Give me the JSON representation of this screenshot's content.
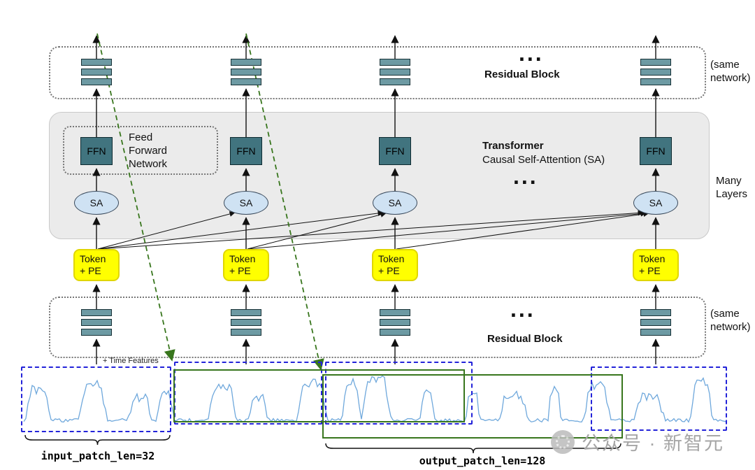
{
  "top_block": {
    "label": "Residual Block",
    "note": "(same network)",
    "ellipsis": "..."
  },
  "transformer": {
    "title": "Transformer",
    "subtitle": "Causal Self-Attention (SA)",
    "ffn_label": "FFN",
    "sa_label": "SA",
    "ffn_note": "Feed Forward Network",
    "many_layers": "Many Layers",
    "ellipsis": "..."
  },
  "token_box": {
    "line1": "Token",
    "line2": "+ PE"
  },
  "bottom_block": {
    "label": "Residual Block",
    "note": "(same network)",
    "ellipsis": "..."
  },
  "annotations": {
    "time_features": "+ Time Features",
    "input_patch_label": "input_patch_len=32",
    "output_patch_label": "output_patch_len=128"
  },
  "watermark": {
    "text": "公众号 · 新智元"
  },
  "colors": {
    "residual_slab": "#6d9aa3",
    "ffn_fill": "#41747f",
    "sa_fill": "#cfe2f3",
    "token_fill": "#ffff00",
    "green_accent": "#38761d",
    "input_box_blue": "#2323d9",
    "waveform_blue": "#6fa8dc",
    "transformer_bg": "#ebebeb"
  }
}
